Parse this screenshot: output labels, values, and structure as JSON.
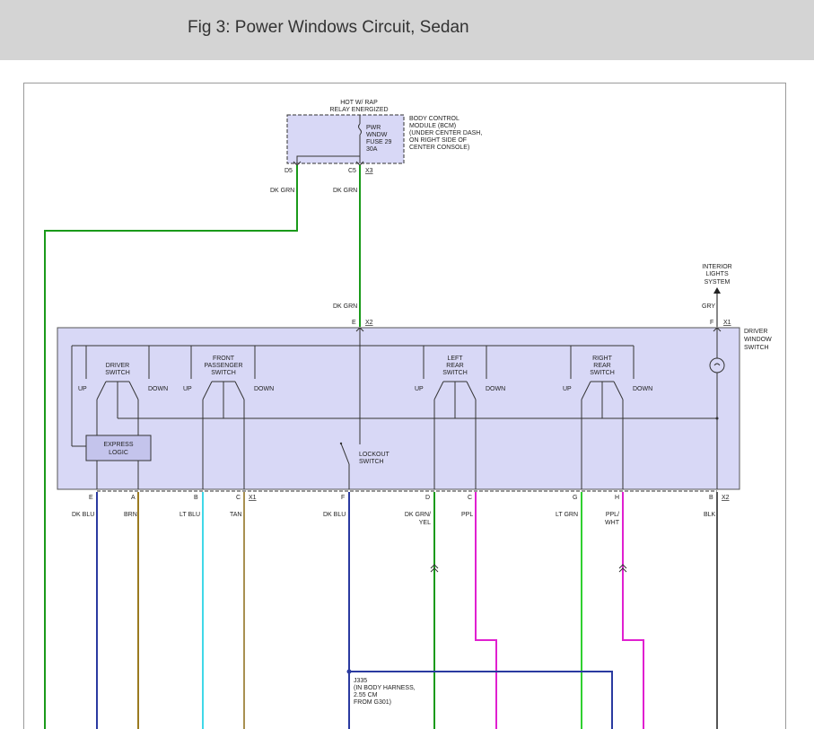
{
  "header": {
    "title": "Fig 3: Power Windows Circuit, Sedan"
  },
  "colors": {
    "header_bg": "#d4d4d4",
    "module_fill": "#d8d8f6",
    "dk_grn": "#1a9a1a",
    "dk_blu": "#2a3aa0",
    "brn": "#9a7a20",
    "lt_blu": "#40d8e8",
    "tan": "#a89050",
    "lt_grn": "#30d030",
    "ppl": "#e020d0",
    "blk": "#555555"
  },
  "bcm": {
    "top_label_1": "HOT W/ RAP",
    "top_label_2": "RELAY ENERGIZED",
    "desc_1": "BODY CONTROL",
    "desc_2": "MODULE (BCM)",
    "desc_3": "(UNDER CENTER DASH,",
    "desc_4": "ON RIGHT SIDE OF",
    "desc_5": "CENTER CONSOLE)",
    "fuse_1": "PWR",
    "fuse_2": "WNDW",
    "fuse_3": "FUSE 29",
    "fuse_4": "30A",
    "pin_d5": "D5",
    "pin_c5": "C5",
    "conn_x3": "X3",
    "wire_left": "DK GRN",
    "wire_right": "DK GRN"
  },
  "interior": {
    "label_1": "INTERIOR",
    "label_2": "LIGHTS",
    "label_3": "SYSTEM",
    "wire": "GRY"
  },
  "dws": {
    "label_1": "DRIVER",
    "label_2": "WINDOW",
    "label_3": "SWITCH",
    "top_wire": "DK GRN",
    "pin_e": "E",
    "conn_x2_top": "X2",
    "pin_f": "F",
    "conn_x1_top": "X1",
    "driver_switch_1": "DRIVER",
    "driver_switch_2": "SWITCH",
    "fp_switch_1": "FRONT",
    "fp_switch_2": "PASSENGER",
    "fp_switch_3": "SWITCH",
    "lr_switch_1": "LEFT",
    "lr_switch_2": "REAR",
    "lr_switch_3": "SWITCH",
    "rr_switch_1": "RIGHT",
    "rr_switch_2": "REAR",
    "rr_switch_3": "SWITCH",
    "up": "UP",
    "down": "DOWN",
    "express_1": "EXPRESS",
    "express_2": "LOGIC",
    "lockout_1": "LOCKOUT",
    "lockout_2": "SWITCH"
  },
  "bottom_pins": [
    {
      "pin": "E",
      "wire": "DK BLU"
    },
    {
      "pin": "A",
      "wire": "BRN"
    },
    {
      "pin": "B",
      "wire": "LT BLU"
    },
    {
      "pin": "C",
      "wire": "TAN"
    },
    {
      "pin": "F",
      "wire": "DK BLU"
    },
    {
      "pin": "D",
      "wire": "DK GRN/",
      "wire2": "YEL"
    },
    {
      "pin": "C",
      "wire": "PPL"
    },
    {
      "pin": "G",
      "wire": "LT GRN"
    },
    {
      "pin": "H",
      "wire": "PPL/",
      "wire2": "WHT"
    },
    {
      "pin": "B",
      "wire": "BLK"
    }
  ],
  "bottom_conn_x1": "X1",
  "bottom_conn_x2": "X2",
  "splice": {
    "line_1": "J335",
    "line_2": "(IN BODY HARNESS,",
    "line_3": "2.55 CM",
    "line_4": "FROM G301)"
  }
}
